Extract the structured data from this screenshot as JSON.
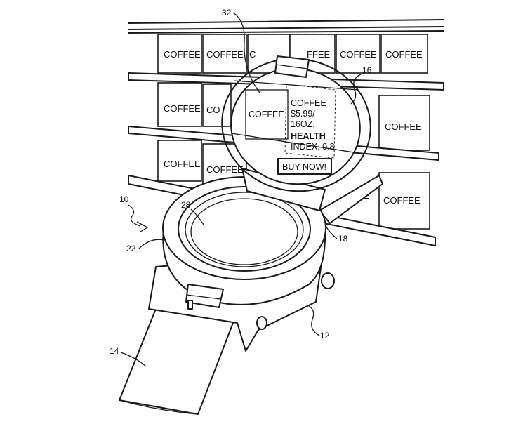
{
  "shelf": {
    "product_label": "COFFEE",
    "partial_labels": [
      "C",
      "CO",
      "FFEE",
      "EE"
    ]
  },
  "display": {
    "product": "COFFEE",
    "price_line1": "$5.99/",
    "price_line2": "16OZ.",
    "health_line1": "HEALTH",
    "health_line2": "INDEX: 0.8",
    "button_label": "BUY NOW!"
  },
  "reference_numerals": {
    "device": "10",
    "strap": "14",
    "lens": "16",
    "hinge": "18",
    "housing": "22",
    "watch_face": "28",
    "display_region": "32",
    "crown": "12"
  }
}
